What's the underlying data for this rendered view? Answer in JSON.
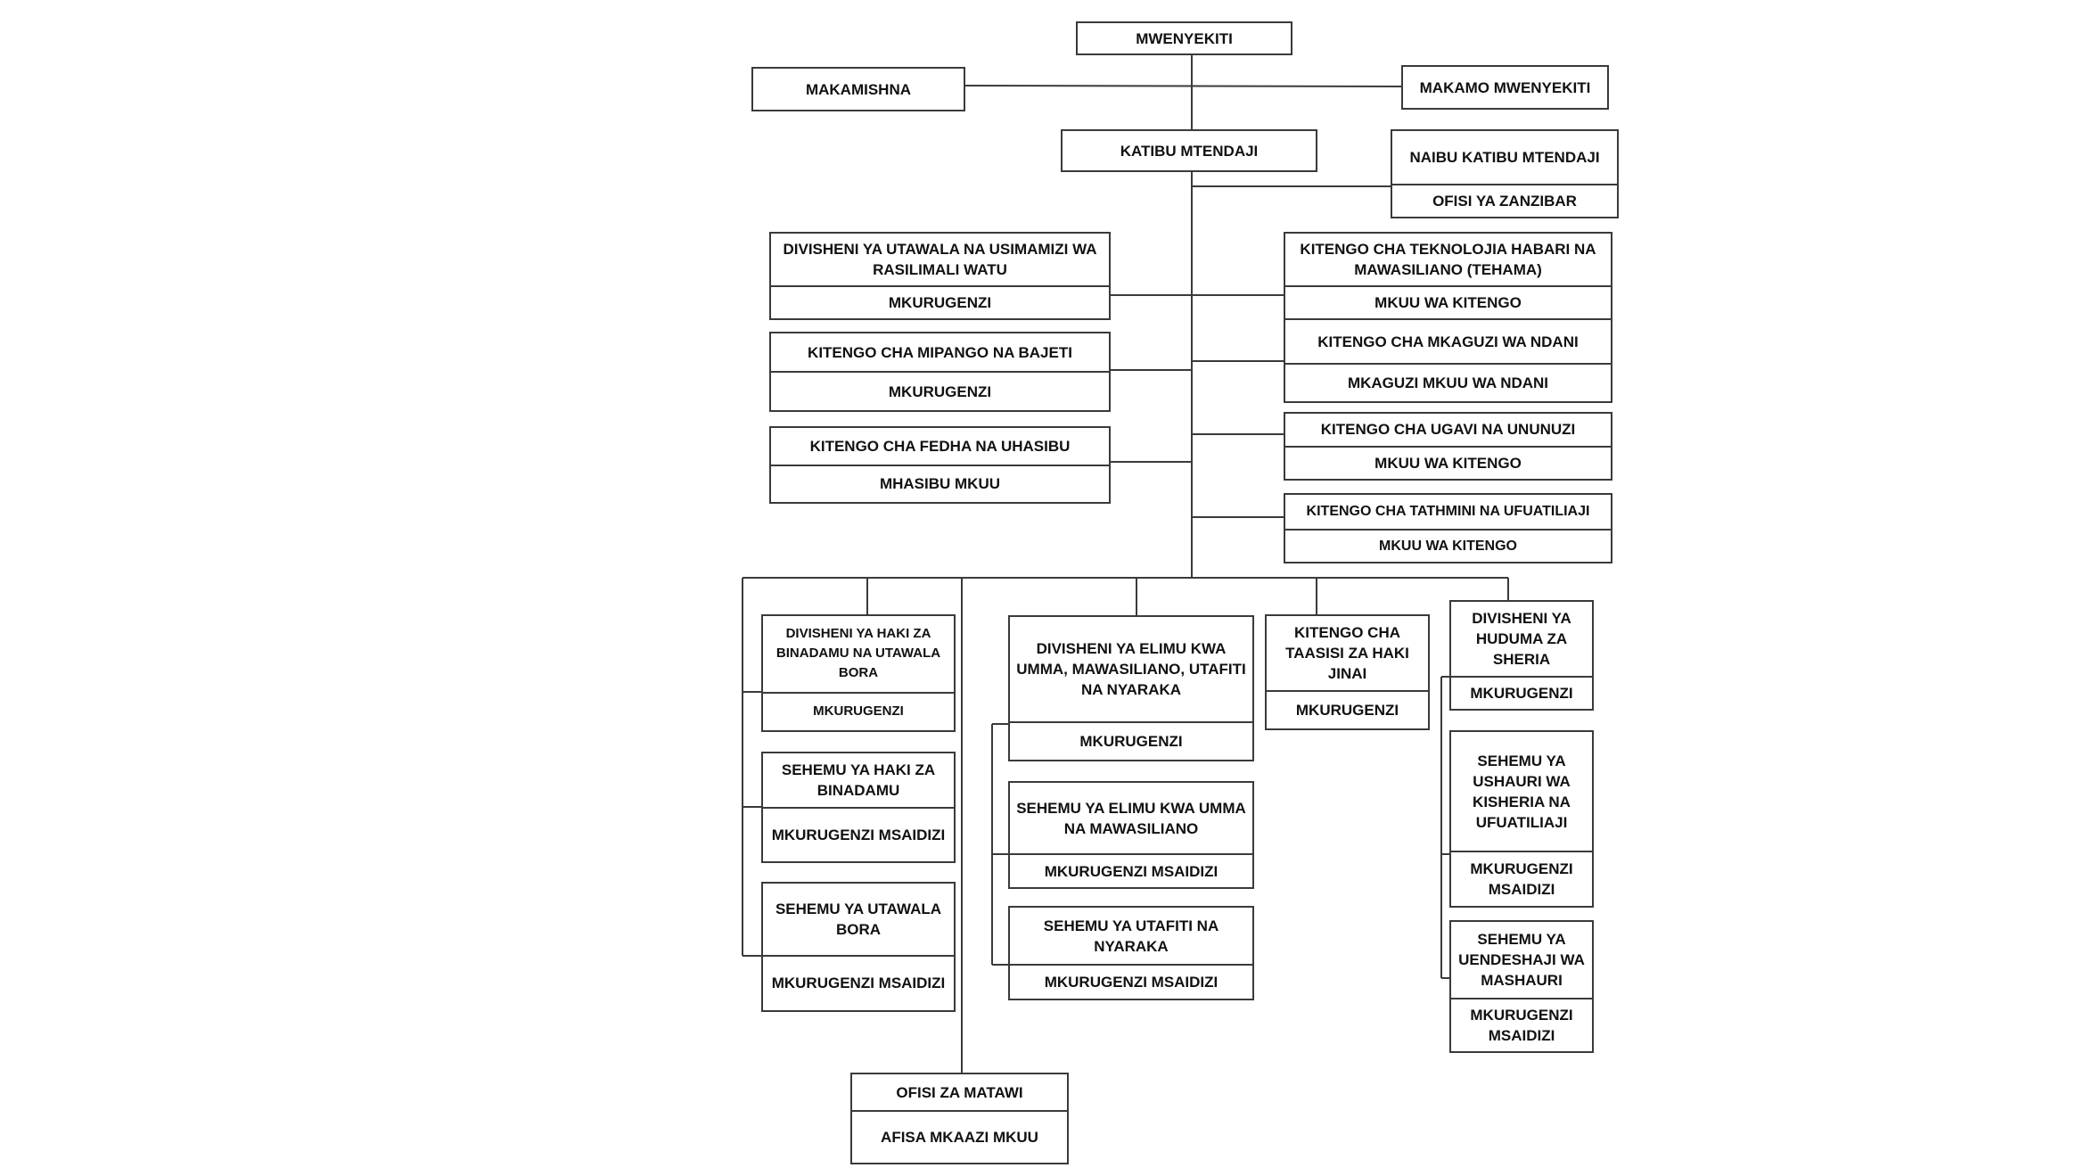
{
  "diagram": {
    "mwenyekiti": "MWENYEKITI",
    "makamishna": "MAKAMISHNA",
    "makamo": "MAKAMO MWENYEKITI",
    "katibu": "KATIBU MTENDAJI",
    "naibu": {
      "title": "NAIBU KATIBU MTENDAJI",
      "sub": "OFISI YA ZANZIBAR"
    },
    "utawala_rasilimali": {
      "title": "DIVISHENI YA UTAWALA NA USIMAMIZI WA RASILIMALI WATU",
      "head": "MKURUGENZI"
    },
    "mipango": {
      "title": "KITENGO CHA MIPANGO NA BAJETI",
      "head": "MKURUGENZI"
    },
    "fedha": {
      "title": "KITENGO CHA FEDHA NA UHASIBU",
      "head": "MHASIBU MKUU"
    },
    "tehama": {
      "title": "KITENGO CHA TEKNOLOJIA HABARI NA MAWASILIANO (TEHAMA)",
      "head": "MKUU WA KITENGO"
    },
    "mkaguzi": {
      "title": "KITENGO CHA MKAGUZI WA NDANI",
      "head": "MKAGUZI MKUU WA NDANI"
    },
    "ugavi": {
      "title": "KITENGO CHA UGAVI NA UNUNUZI",
      "head": "MKUU WA KITENGO"
    },
    "tathmini": {
      "title": "KITENGO CHA TATHMINI NA UFUATILIAJI",
      "head": "MKUU WA KITENGO"
    },
    "haki_div": {
      "title": "DIVISHENI YA HAKI ZA BINADAMU NA UTAWALA BORA",
      "head": "MKURUGENZI"
    },
    "haki_sehemu": {
      "title": "SEHEMU YA HAKI ZA BINADAMU",
      "head": "MKURUGENZI MSAIDIZI"
    },
    "utawala_bora": {
      "title": "SEHEMU YA UTAWALA BORA",
      "head": "MKURUGENZI MSAIDIZI"
    },
    "elimu_div": {
      "title": "DIVISHENI YA ELIMU KWA UMMA, MAWASILIANO, UTAFITI NA NYARAKA",
      "head": "MKURUGENZI"
    },
    "elimu_sehemu": {
      "title": "SEHEMU YA ELIMU KWA UMMA NA MAWASILIANO",
      "head": "MKURUGENZI MSAIDIZI"
    },
    "utafiti": {
      "title": "SEHEMU YA UTAFITI NA NYARAKA",
      "head": "MKURUGENZI MSAIDIZI"
    },
    "taasisi": {
      "title": "KITENGO CHA TAASISI ZA HAKI JINAI",
      "head": "MKURUGENZI"
    },
    "sheria_div": {
      "title": "DIVISHENI YA HUDUMA ZA SHERIA",
      "head": "MKURUGENZI"
    },
    "ushauri": {
      "title": "SEHEMU YA USHAURI WA KISHERIA NA UFUATILIAJI",
      "head": "MKURUGENZI MSAIDIZI"
    },
    "mashauri": {
      "title": "SEHEMU YA UENDESHAJI WA MASHAURI",
      "head": "MKURUGENZI MSAIDIZI"
    },
    "matawi": {
      "title": "OFISI ZA MATAWI",
      "head": "AFISA MKAAZI MKUU"
    }
  }
}
